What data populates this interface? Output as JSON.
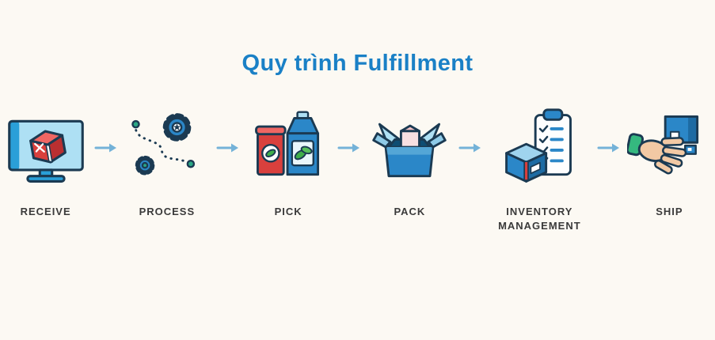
{
  "theme": {
    "background": "#fcf9f3",
    "title-color": "#1a80c6",
    "label-color": "#3a3a3a",
    "arrow-color": "#74b2d8",
    "primary-blue": "#2b87c8",
    "accent-red": "#d9403d",
    "accent-green": "#2ba884",
    "outline-navy": "#1b3a52"
  },
  "header": {
    "title": "Quy trình Fulfillment"
  },
  "flow": {
    "arrow_icon": "right-arrow-icon",
    "steps": [
      {
        "label": "RECEIVE",
        "icon": "monitor-package-icon"
      },
      {
        "label": "PROCESS",
        "icon": "gears-flow-icon"
      },
      {
        "label": "PICK",
        "icon": "grocery-packages-icon"
      },
      {
        "label": "PACK",
        "icon": "open-box-icon"
      },
      {
        "label": "INVENTORY MANAGEMENT",
        "icon": "box-checklist-icon"
      },
      {
        "label": "SHIP",
        "icon": "hand-delivery-icon"
      }
    ]
  }
}
